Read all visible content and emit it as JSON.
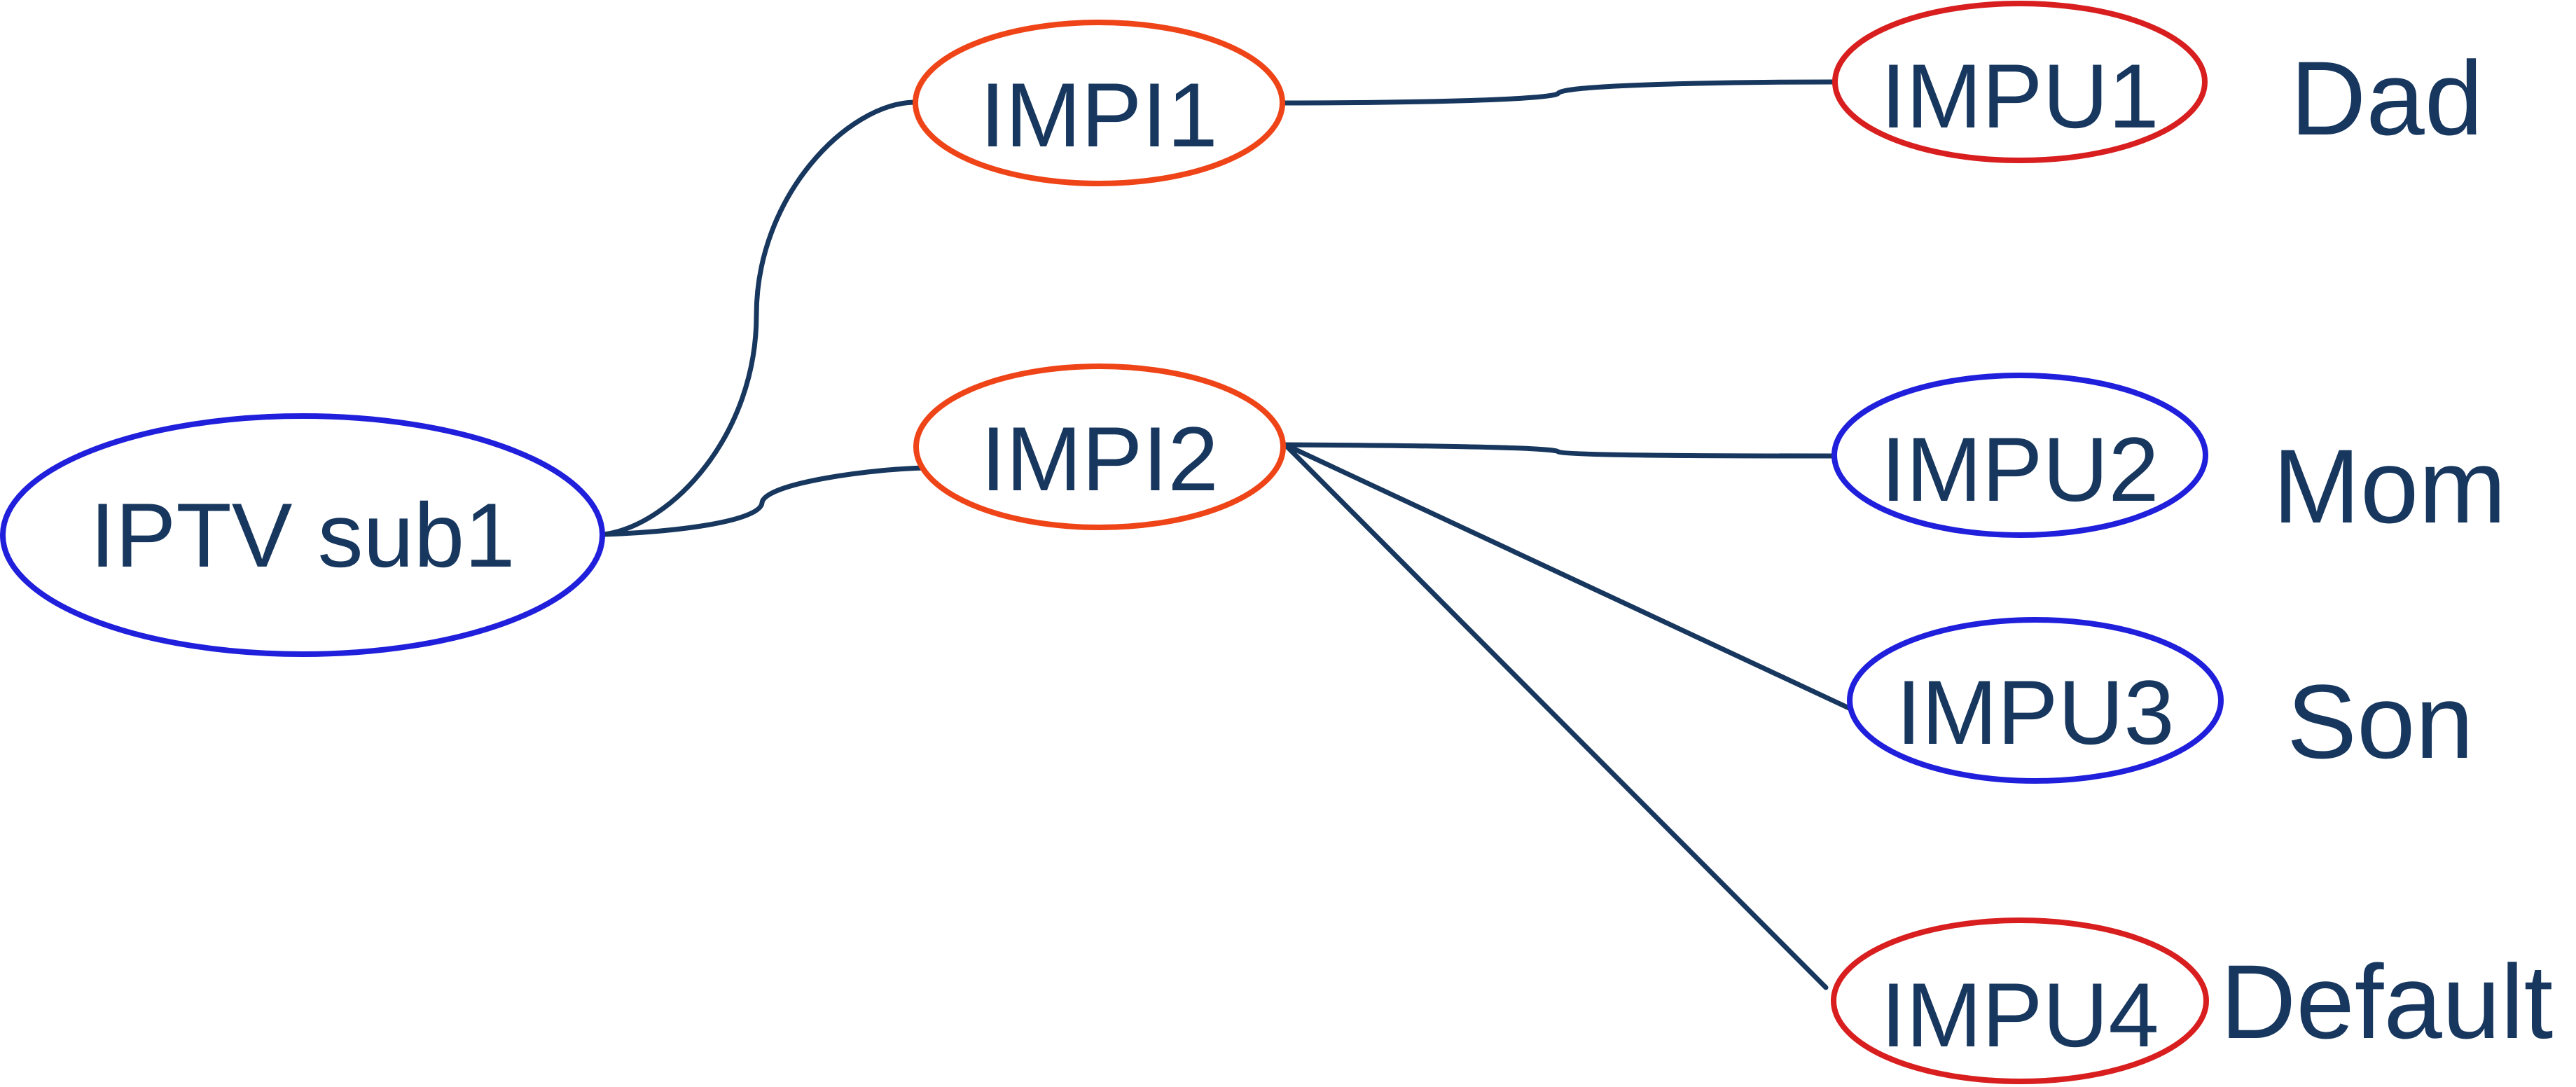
{
  "colors": {
    "text": "#17375e",
    "edge": "#17375e",
    "blue_outline": "#1f1fdc",
    "orange_outline": "#ee4418",
    "red_outline": "#d81e1e"
  },
  "nodes": {
    "iptv_sub1": {
      "label": "IPTV sub1",
      "outline": "blue"
    },
    "impi1": {
      "label": "IMPI1",
      "outline": "orange"
    },
    "impi2": {
      "label": "IMPI2",
      "outline": "orange"
    },
    "impu1": {
      "label": "IMPU1",
      "outline": "red"
    },
    "impu2": {
      "label": "IMPU2",
      "outline": "blue"
    },
    "impu3": {
      "label": "IMPU3",
      "outline": "blue"
    },
    "impu4": {
      "label": "IMPU4",
      "outline": "red"
    }
  },
  "roles": {
    "impu1": "Dad",
    "impu2": "Mom",
    "impu3": "Son",
    "impu4": "Default"
  },
  "edges": [
    {
      "from": "iptv_sub1",
      "to": "impi1"
    },
    {
      "from": "iptv_sub1",
      "to": "impi2"
    },
    {
      "from": "impi1",
      "to": "impu1"
    },
    {
      "from": "impi2",
      "to": "impu2"
    },
    {
      "from": "impi2",
      "to": "impu3"
    },
    {
      "from": "impi2",
      "to": "impu4"
    }
  ]
}
